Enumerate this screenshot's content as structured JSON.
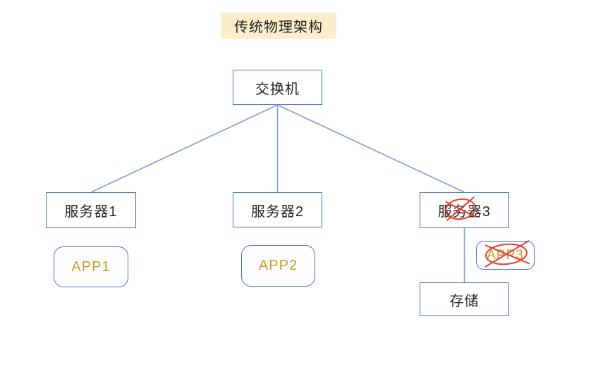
{
  "title": {
    "text": "传统物理架构"
  },
  "diagram": {
    "switch": {
      "label": "交换机"
    },
    "servers": [
      {
        "label": "服务器1",
        "crossed_out": false
      },
      {
        "label": "服务器2",
        "crossed_out": false
      },
      {
        "label": "服务器3",
        "crossed_out": true
      }
    ],
    "apps": [
      {
        "label": "APP1",
        "crossed_out": false
      },
      {
        "label": "APP2",
        "crossed_out": false
      },
      {
        "label": "APP3",
        "crossed_out": true
      }
    ],
    "storage": {
      "label": "存储"
    }
  },
  "colors": {
    "box_border": "#4472C4",
    "connector_line": "#7E9CD8",
    "title_highlight": "#FBEECB",
    "app_text": "#CA9A22",
    "cross_out_mark": "#E63B2E"
  }
}
